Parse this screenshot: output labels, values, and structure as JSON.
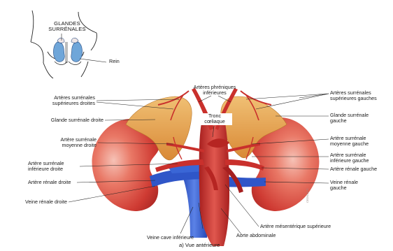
{
  "inset": {
    "title_line1": "GLANDES",
    "title_line2": "SURRÉNALES",
    "rein_label": "Rein"
  },
  "labels": {
    "left": {
      "arteres_surr_sup_droites_1": "Artères surrénales",
      "arteres_surr_sup_droites_2": "supérieures droites",
      "glande_surr_droite": "Glande surrénale droite",
      "artere_surr_moy_droite_1": "Artère surrénale",
      "artere_surr_moy_droite_2": "moyenne droite",
      "artere_surr_inf_droite_1": "Artère surrénale",
      "artere_surr_inf_droite_2": "inférieure droite",
      "artere_renale_droite": "Artère rénale droite",
      "veine_renale_droite": "Veine rénale droite"
    },
    "top": {
      "arteres_phreniques_1": "Artères phréniques",
      "arteres_phreniques_2": "inférieures",
      "tronc_coeliaque_1": "Tronc",
      "tronc_coeliaque_2": "cœliaque"
    },
    "right": {
      "arteres_surr_sup_gauches_1": "Artères surrénales",
      "arteres_surr_sup_gauches_2": "supérieures gauches",
      "glande_surr_gauche_1": "Glande surrénale",
      "glande_surr_gauche_2": "gauche",
      "artere_surr_moy_gauche_1": "Artère surrénale",
      "artere_surr_moy_gauche_2": "moyenne gauche",
      "artere_surr_inf_gauche_1": "Artère surrénale",
      "artere_surr_inf_gauche_2": "inférieure gauche",
      "artere_renale_gauche": "Artère rénale gauche",
      "veine_renale_gauche_1": "Veine rénale",
      "veine_renale_gauche_2": "gauche"
    },
    "bottom": {
      "artere_mesenterique_sup": "Artère mésentérique supérieure",
      "aorte_abdominale": "Aorte abdominale",
      "veine_cave_inf": "Veine cave inférieure",
      "caption": "a) Vue antérieure"
    },
    "credit": "CEDILLA ©"
  },
  "colors": {
    "kidney": "#d8463e",
    "kidney_highlight": "#f3b3a6",
    "adrenal": "#e8a24b",
    "artery": "#c9302c",
    "vein": "#2f56c8",
    "inset_kidney": "#6fa6d9"
  }
}
